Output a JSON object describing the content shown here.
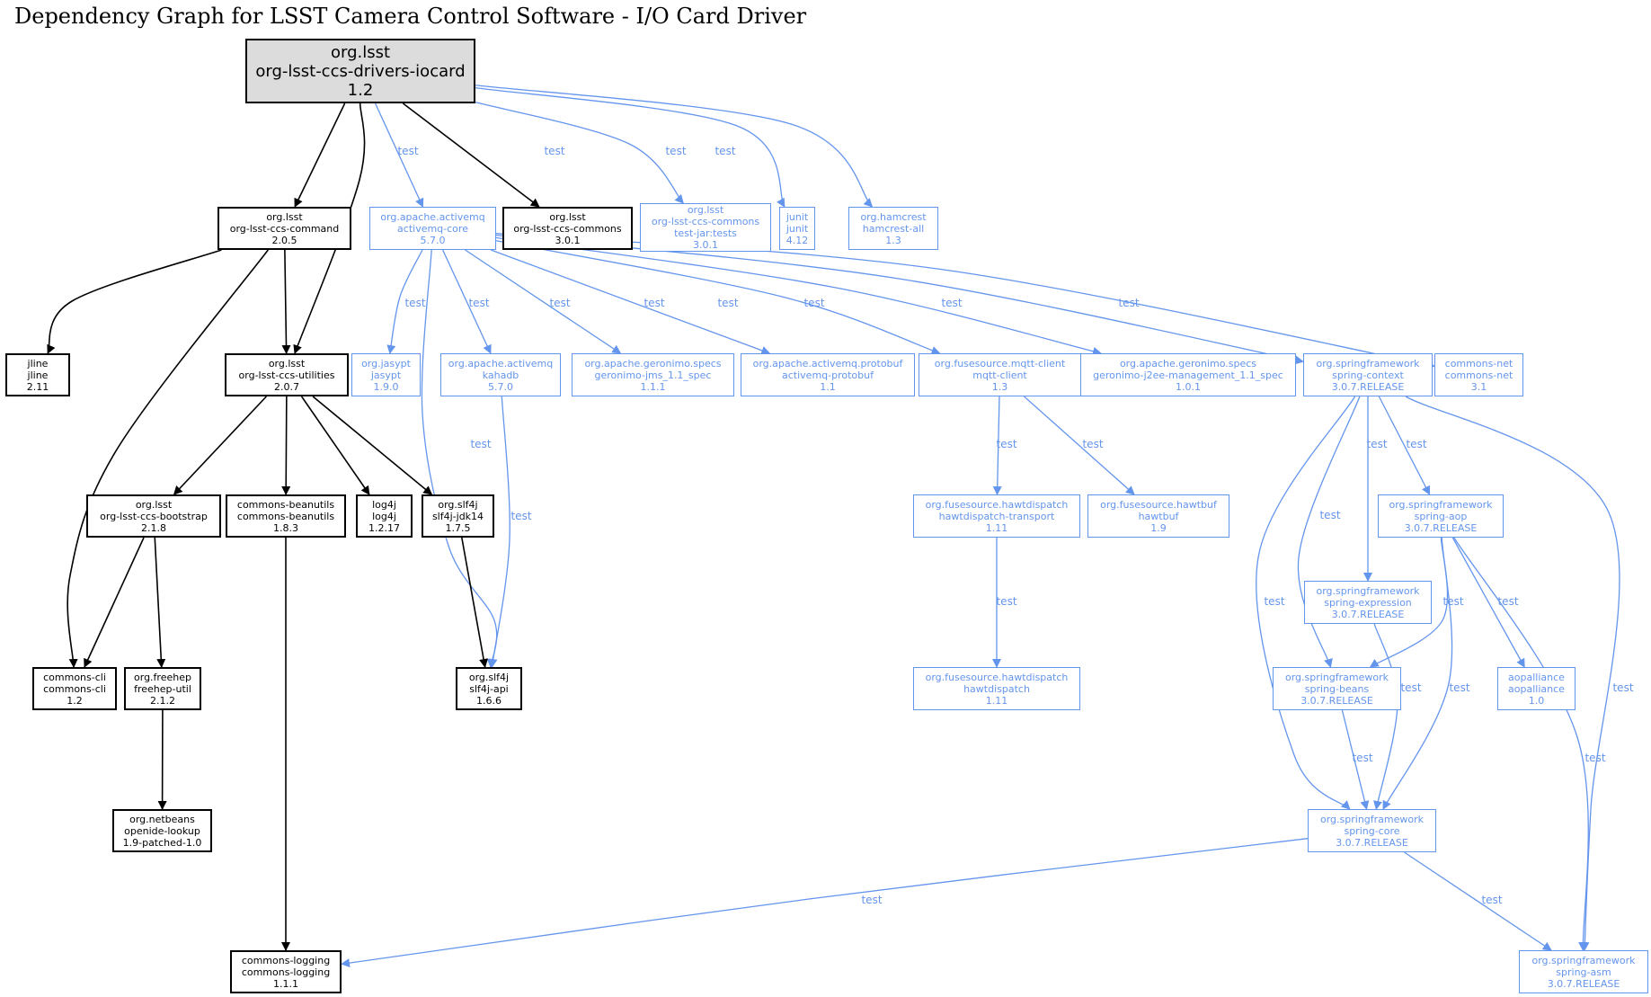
{
  "title": "Dependency Graph for LSST Camera Control Software - I/O Card Driver",
  "edge_label": "test",
  "colors": {
    "compile": "#000000",
    "test": "#6495ed",
    "root_fill": "#dcdcdc"
  },
  "nodes": [
    {
      "id": "root",
      "kind": "root",
      "group": "org.lsst",
      "artifact": "org-lsst-ccs-drivers-iocard",
      "version": "1.2"
    },
    {
      "id": "command",
      "kind": "compile",
      "group": "org.lsst",
      "artifact": "org-lsst-ccs-command",
      "version": "2.0.5"
    },
    {
      "id": "activemq-core",
      "kind": "test",
      "group": "org.apache.activemq",
      "artifact": "activemq-core",
      "version": "5.7.0"
    },
    {
      "id": "commons",
      "kind": "compile",
      "group": "org.lsst",
      "artifact": "org-lsst-ccs-commons",
      "version": "3.0.1"
    },
    {
      "id": "commons-tests",
      "kind": "test",
      "group": "org.lsst",
      "artifact": "org-lsst-ccs-commons",
      "version": "test-jar:tests",
      "extra": "3.0.1"
    },
    {
      "id": "junit",
      "kind": "test",
      "group": "junit",
      "artifact": "junit",
      "version": "4.12"
    },
    {
      "id": "hamcrest",
      "kind": "test",
      "group": "org.hamcrest",
      "artifact": "hamcrest-all",
      "version": "1.3"
    },
    {
      "id": "jline",
      "kind": "compile",
      "group": "jline",
      "artifact": "jline",
      "version": "2.11"
    },
    {
      "id": "utilities",
      "kind": "compile",
      "group": "org.lsst",
      "artifact": "org-lsst-ccs-utilities",
      "version": "2.0.7"
    },
    {
      "id": "jasypt",
      "kind": "test",
      "group": "org.jasypt",
      "artifact": "jasypt",
      "version": "1.9.0"
    },
    {
      "id": "kahadb",
      "kind": "test",
      "group": "org.apache.activemq",
      "artifact": "kahadb",
      "version": "5.7.0"
    },
    {
      "id": "geronimo-jms",
      "kind": "test",
      "group": "org.apache.geronimo.specs",
      "artifact": "geronimo-jms_1.1_spec",
      "version": "1.1.1"
    },
    {
      "id": "activemq-protobuf",
      "kind": "test",
      "group": "org.apache.activemq.protobuf",
      "artifact": "activemq-protobuf",
      "version": "1.1"
    },
    {
      "id": "mqtt-client",
      "kind": "test",
      "group": "org.fusesource.mqtt-client",
      "artifact": "mqtt-client",
      "version": "1.3"
    },
    {
      "id": "geronimo-j2ee",
      "kind": "test",
      "group": "org.apache.geronimo.specs",
      "artifact": "geronimo-j2ee-management_1.1_spec",
      "version": "1.0.1"
    },
    {
      "id": "spring-context",
      "kind": "test",
      "group": "org.springframework",
      "artifact": "spring-context",
      "version": "3.0.7.RELEASE"
    },
    {
      "id": "commons-net",
      "kind": "test",
      "group": "commons-net",
      "artifact": "commons-net",
      "version": "3.1"
    },
    {
      "id": "bootstrap",
      "kind": "compile",
      "group": "org.lsst",
      "artifact": "org-lsst-ccs-bootstrap",
      "version": "2.1.8"
    },
    {
      "id": "beanutils",
      "kind": "compile",
      "group": "commons-beanutils",
      "artifact": "commons-beanutils",
      "version": "1.8.3"
    },
    {
      "id": "log4j",
      "kind": "compile",
      "group": "log4j",
      "artifact": "log4j",
      "version": "1.2.17"
    },
    {
      "id": "slf4j-jdk14",
      "kind": "compile",
      "group": "org.slf4j",
      "artifact": "slf4j-jdk14",
      "version": "1.7.5"
    },
    {
      "id": "hawtdispatch-transport",
      "kind": "test",
      "group": "org.fusesource.hawtdispatch",
      "artifact": "hawtdispatch-transport",
      "version": "1.11"
    },
    {
      "id": "hawtbuf",
      "kind": "test",
      "group": "org.fusesource.hawtbuf",
      "artifact": "hawtbuf",
      "version": "1.9"
    },
    {
      "id": "spring-aop",
      "kind": "test",
      "group": "org.springframework",
      "artifact": "spring-aop",
      "version": "3.0.7.RELEASE"
    },
    {
      "id": "spring-expression",
      "kind": "test",
      "group": "org.springframework",
      "artifact": "spring-expression",
      "version": "3.0.7.RELEASE"
    },
    {
      "id": "commons-cli",
      "kind": "compile",
      "group": "commons-cli",
      "artifact": "commons-cli",
      "version": "1.2"
    },
    {
      "id": "freehep",
      "kind": "compile",
      "group": "org.freehep",
      "artifact": "freehep-util",
      "version": "2.1.2"
    },
    {
      "id": "slf4j-api",
      "kind": "compile",
      "group": "org.slf4j",
      "artifact": "slf4j-api",
      "version": "1.6.6"
    },
    {
      "id": "hawtdispatch",
      "kind": "test",
      "group": "org.fusesource.hawtdispatch",
      "artifact": "hawtdispatch",
      "version": "1.11"
    },
    {
      "id": "spring-beans",
      "kind": "test",
      "group": "org.springframework",
      "artifact": "spring-beans",
      "version": "3.0.7.RELEASE"
    },
    {
      "id": "aopalliance",
      "kind": "test",
      "group": "aopalliance",
      "artifact": "aopalliance",
      "version": "1.0"
    },
    {
      "id": "openide",
      "kind": "compile",
      "group": "org.netbeans",
      "artifact": "openide-lookup",
      "version": "1.9-patched-1.0"
    },
    {
      "id": "spring-core",
      "kind": "test",
      "group": "org.springframework",
      "artifact": "spring-core",
      "version": "3.0.7.RELEASE"
    },
    {
      "id": "commons-logging",
      "kind": "compile",
      "group": "commons-logging",
      "artifact": "commons-logging",
      "version": "1.1.1"
    },
    {
      "id": "spring-asm",
      "kind": "test",
      "group": "org.springframework",
      "artifact": "spring-asm",
      "version": "3.0.7.RELEASE"
    }
  ],
  "edges": [
    {
      "from": "root",
      "to": "command",
      "scope": "compile"
    },
    {
      "from": "root",
      "to": "utilities",
      "scope": "compile"
    },
    {
      "from": "root",
      "to": "activemq-core",
      "scope": "test",
      "label": true
    },
    {
      "from": "root",
      "to": "commons",
      "scope": "compile"
    },
    {
      "from": "root",
      "to": "commons-tests",
      "scope": "test",
      "label": true
    },
    {
      "from": "root",
      "to": "junit",
      "scope": "test",
      "label": true
    },
    {
      "from": "root",
      "to": "hamcrest",
      "scope": "test",
      "label": true
    },
    {
      "from": "command",
      "to": "jline",
      "scope": "compile"
    },
    {
      "from": "command",
      "to": "utilities",
      "scope": "compile"
    },
    {
      "from": "command",
      "to": "commons-cli",
      "scope": "compile"
    },
    {
      "from": "activemq-core",
      "to": "jasypt",
      "scope": "test",
      "label": true
    },
    {
      "from": "activemq-core",
      "to": "kahadb",
      "scope": "test",
      "label": true
    },
    {
      "from": "activemq-core",
      "to": "slf4j-api",
      "scope": "test",
      "label": true
    },
    {
      "from": "activemq-core",
      "to": "geronimo-jms",
      "scope": "test",
      "label": true
    },
    {
      "from": "activemq-core",
      "to": "activemq-protobuf",
      "scope": "test",
      "label": true
    },
    {
      "from": "activemq-core",
      "to": "mqtt-client",
      "scope": "test",
      "label": true
    },
    {
      "from": "activemq-core",
      "to": "geronimo-j2ee",
      "scope": "test",
      "label": true
    },
    {
      "from": "activemq-core",
      "to": "spring-context",
      "scope": "test",
      "label": true
    },
    {
      "from": "activemq-core",
      "to": "commons-net",
      "scope": "test",
      "label": true
    },
    {
      "from": "kahadb",
      "to": "slf4j-api",
      "scope": "test",
      "label": true
    },
    {
      "from": "utilities",
      "to": "bootstrap",
      "scope": "compile"
    },
    {
      "from": "utilities",
      "to": "beanutils",
      "scope": "compile"
    },
    {
      "from": "utilities",
      "to": "log4j",
      "scope": "compile"
    },
    {
      "from": "utilities",
      "to": "slf4j-jdk14",
      "scope": "compile"
    },
    {
      "from": "bootstrap",
      "to": "commons-cli",
      "scope": "compile"
    },
    {
      "from": "bootstrap",
      "to": "freehep",
      "scope": "compile"
    },
    {
      "from": "freehep",
      "to": "openide",
      "scope": "compile"
    },
    {
      "from": "beanutils",
      "to": "commons-logging",
      "scope": "compile"
    },
    {
      "from": "slf4j-jdk14",
      "to": "slf4j-api",
      "scope": "compile"
    },
    {
      "from": "mqtt-client",
      "to": "hawtdispatch-transport",
      "scope": "test",
      "label": true
    },
    {
      "from": "mqtt-client",
      "to": "hawtbuf",
      "scope": "test",
      "label": true
    },
    {
      "from": "hawtdispatch-transport",
      "to": "hawtdispatch",
      "scope": "test",
      "label": true
    },
    {
      "from": "spring-context",
      "to": "spring-aop",
      "scope": "test",
      "label": true
    },
    {
      "from": "spring-context",
      "to": "spring-expression",
      "scope": "test",
      "label": true
    },
    {
      "from": "spring-context",
      "to": "spring-beans",
      "scope": "test",
      "label": true
    },
    {
      "from": "spring-context",
      "to": "spring-core",
      "scope": "test",
      "label": true
    },
    {
      "from": "spring-context",
      "to": "spring-asm",
      "scope": "test",
      "label": true
    },
    {
      "from": "spring-aop",
      "to": "spring-beans",
      "scope": "test",
      "label": true
    },
    {
      "from": "spring-aop",
      "to": "aopalliance",
      "scope": "test",
      "label": true
    },
    {
      "from": "spring-aop",
      "to": "spring-core",
      "scope": "test",
      "label": true
    },
    {
      "from": "spring-aop",
      "to": "spring-asm",
      "scope": "test",
      "label": true
    },
    {
      "from": "spring-expression",
      "to": "spring-core",
      "scope": "test",
      "label": true
    },
    {
      "from": "spring-beans",
      "to": "spring-core",
      "scope": "test",
      "label": true
    },
    {
      "from": "spring-core",
      "to": "spring-asm",
      "scope": "test",
      "label": true
    },
    {
      "from": "spring-core",
      "to": "commons-logging",
      "scope": "test",
      "label": true
    }
  ]
}
